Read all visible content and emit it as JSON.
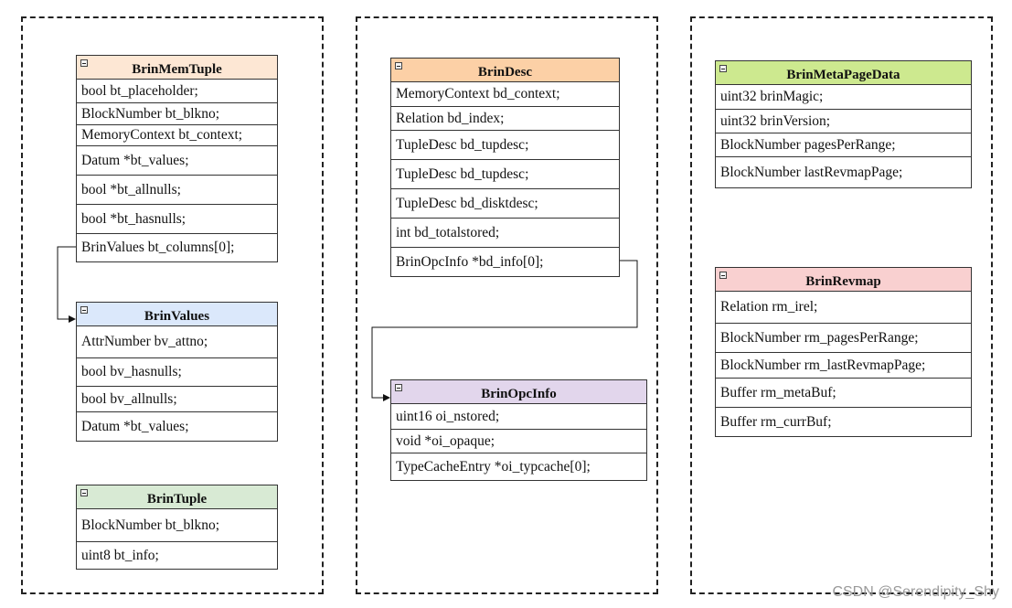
{
  "colors": {
    "brinmemtuple": "#fde7d4",
    "brinvalues": "#dbe8fb",
    "brintuple": "#d8ead4",
    "brindesc": "#fcd0a6",
    "brinopcinfo": "#e2d6ec",
    "brinmetapagedata": "#cde98f",
    "brinrevmap": "#f9d0d0"
  },
  "boxes": {
    "brinmemtuple": {
      "title": "BrinMemTuple",
      "fields": [
        "bool bt_placeholder;",
        "BlockNumber bt_blkno;",
        "MemoryContext bt_context;",
        "Datum *bt_values;",
        "bool *bt_allnulls;",
        "bool *bt_hasnulls;",
        "BrinValues bt_columns[0];"
      ]
    },
    "brinvalues": {
      "title": "BrinValues",
      "fields": [
        "AttrNumber bv_attno;",
        "bool bv_hasnulls;",
        "bool bv_allnulls;",
        "Datum *bt_values;"
      ]
    },
    "brintuple": {
      "title": "BrinTuple",
      "fields": [
        "BlockNumber bt_blkno;",
        "uint8 bt_info;"
      ]
    },
    "brindesc": {
      "title": "BrinDesc",
      "fields": [
        "MemoryContext bd_context;",
        "Relation bd_index;",
        "TupleDesc bd_tupdesc;",
        "TupleDesc bd_tupdesc;",
        "TupleDesc bd_disktdesc;",
        "int bd_totalstored;",
        "BrinOpcInfo *bd_info[0];"
      ]
    },
    "brinopcinfo": {
      "title": "BrinOpcInfo",
      "fields": [
        "uint16 oi_nstored;",
        "void *oi_opaque;",
        "TypeCacheEntry *oi_typcache[0];"
      ]
    },
    "brinmetapagedata": {
      "title": "BrinMetaPageData",
      "fields": [
        "uint32 brinMagic;",
        "uint32 brinVersion;",
        "BlockNumber pagesPerRange;",
        "BlockNumber lastRevmapPage;"
      ]
    },
    "brinrevmap": {
      "title": "BrinRevmap",
      "fields": [
        "Relation rm_irel;",
        "BlockNumber rm_pagesPerRange;",
        "BlockNumber rm_lastRevmapPage;",
        "Buffer rm_metaBuf;",
        "Buffer rm_currBuf;"
      ]
    }
  },
  "watermark": "CSDN @Serendipity_Shy"
}
